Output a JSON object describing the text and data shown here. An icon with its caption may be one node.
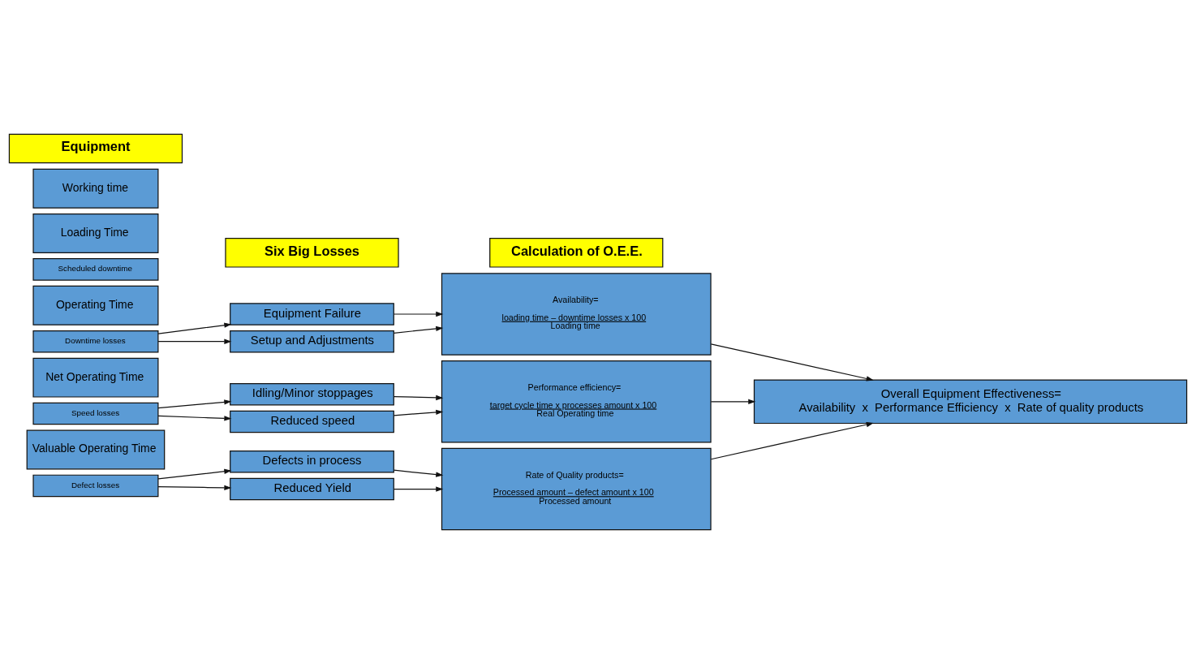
{
  "diagram": {
    "nodes": [
      {
        "text": [
          "Equipment"
        ]
      },
      {
        "text": [
          "Six Big Losses"
        ]
      },
      {
        "text": [
          "Calculation of O.E.E."
        ]
      },
      {
        "text": [
          "Working time"
        ]
      },
      {
        "text": [
          "Loading Time"
        ]
      },
      {
        "text": [
          "Scheduled downtime"
        ]
      },
      {
        "text": [
          "Operating Time"
        ]
      },
      {
        "text": [
          "Downtime losses"
        ]
      },
      {
        "text": [
          "Net Operating Time"
        ]
      },
      {
        "text": [
          "Speed losses"
        ]
      },
      {
        "text": [
          "Valuable Operating Time"
        ]
      },
      {
        "text": [
          "Defect losses"
        ]
      },
      {
        "text": [
          "Equipment Failure"
        ]
      },
      {
        "text": [
          "Setup and Adjustments"
        ]
      },
      {
        "text": [
          "Idling/Minor stoppages"
        ]
      },
      {
        "text": [
          "Reduced speed"
        ]
      },
      {
        "text": [
          "Defects in process"
        ]
      },
      {
        "text": [
          "Reduced Yield"
        ]
      },
      {
        "text": [
          "Availability=",
          "loading time – downtime losses x 100",
          "Loading time"
        ]
      },
      {
        "text": [
          "Performance efficiency=",
          "target cycle time x processes amount x 100",
          "Real Operating time"
        ]
      },
      {
        "text": [
          "Rate of Quality products=",
          "Processed amount – defect amount x 100",
          "Processed amount"
        ]
      },
      {
        "text": [
          "Overall Equipment Effectiveness=",
          "Availability  x  Performance Efficiency  x  Rate of quality products"
        ]
      }
    ],
    "edges": [
      {
        "from": 7,
        "to": 12,
        "arrow": "to"
      },
      {
        "from": 7,
        "to": 13,
        "arrow": "to"
      },
      {
        "from": 9,
        "to": 14,
        "arrow": "to"
      },
      {
        "from": 9,
        "to": 15,
        "arrow": "to"
      },
      {
        "from": 11,
        "to": 16,
        "arrow": "to"
      },
      {
        "from": 11,
        "to": 17,
        "arrow": "to"
      },
      {
        "from": 12,
        "to": 18,
        "arrow": "to"
      },
      {
        "from": 13,
        "to": 18,
        "arrow": "to"
      },
      {
        "from": 14,
        "to": 19,
        "arrow": "to"
      },
      {
        "from": 15,
        "to": 19,
        "arrow": "to"
      },
      {
        "from": 16,
        "to": 20,
        "arrow": "to"
      },
      {
        "from": 17,
        "to": 20,
        "arrow": "to"
      },
      {
        "from": 18,
        "to": 21,
        "arrow": "to"
      },
      {
        "from": 19,
        "to": 21,
        "arrow": "to"
      },
      {
        "from": 20,
        "to": 21,
        "arrow": "to"
      }
    ]
  }
}
